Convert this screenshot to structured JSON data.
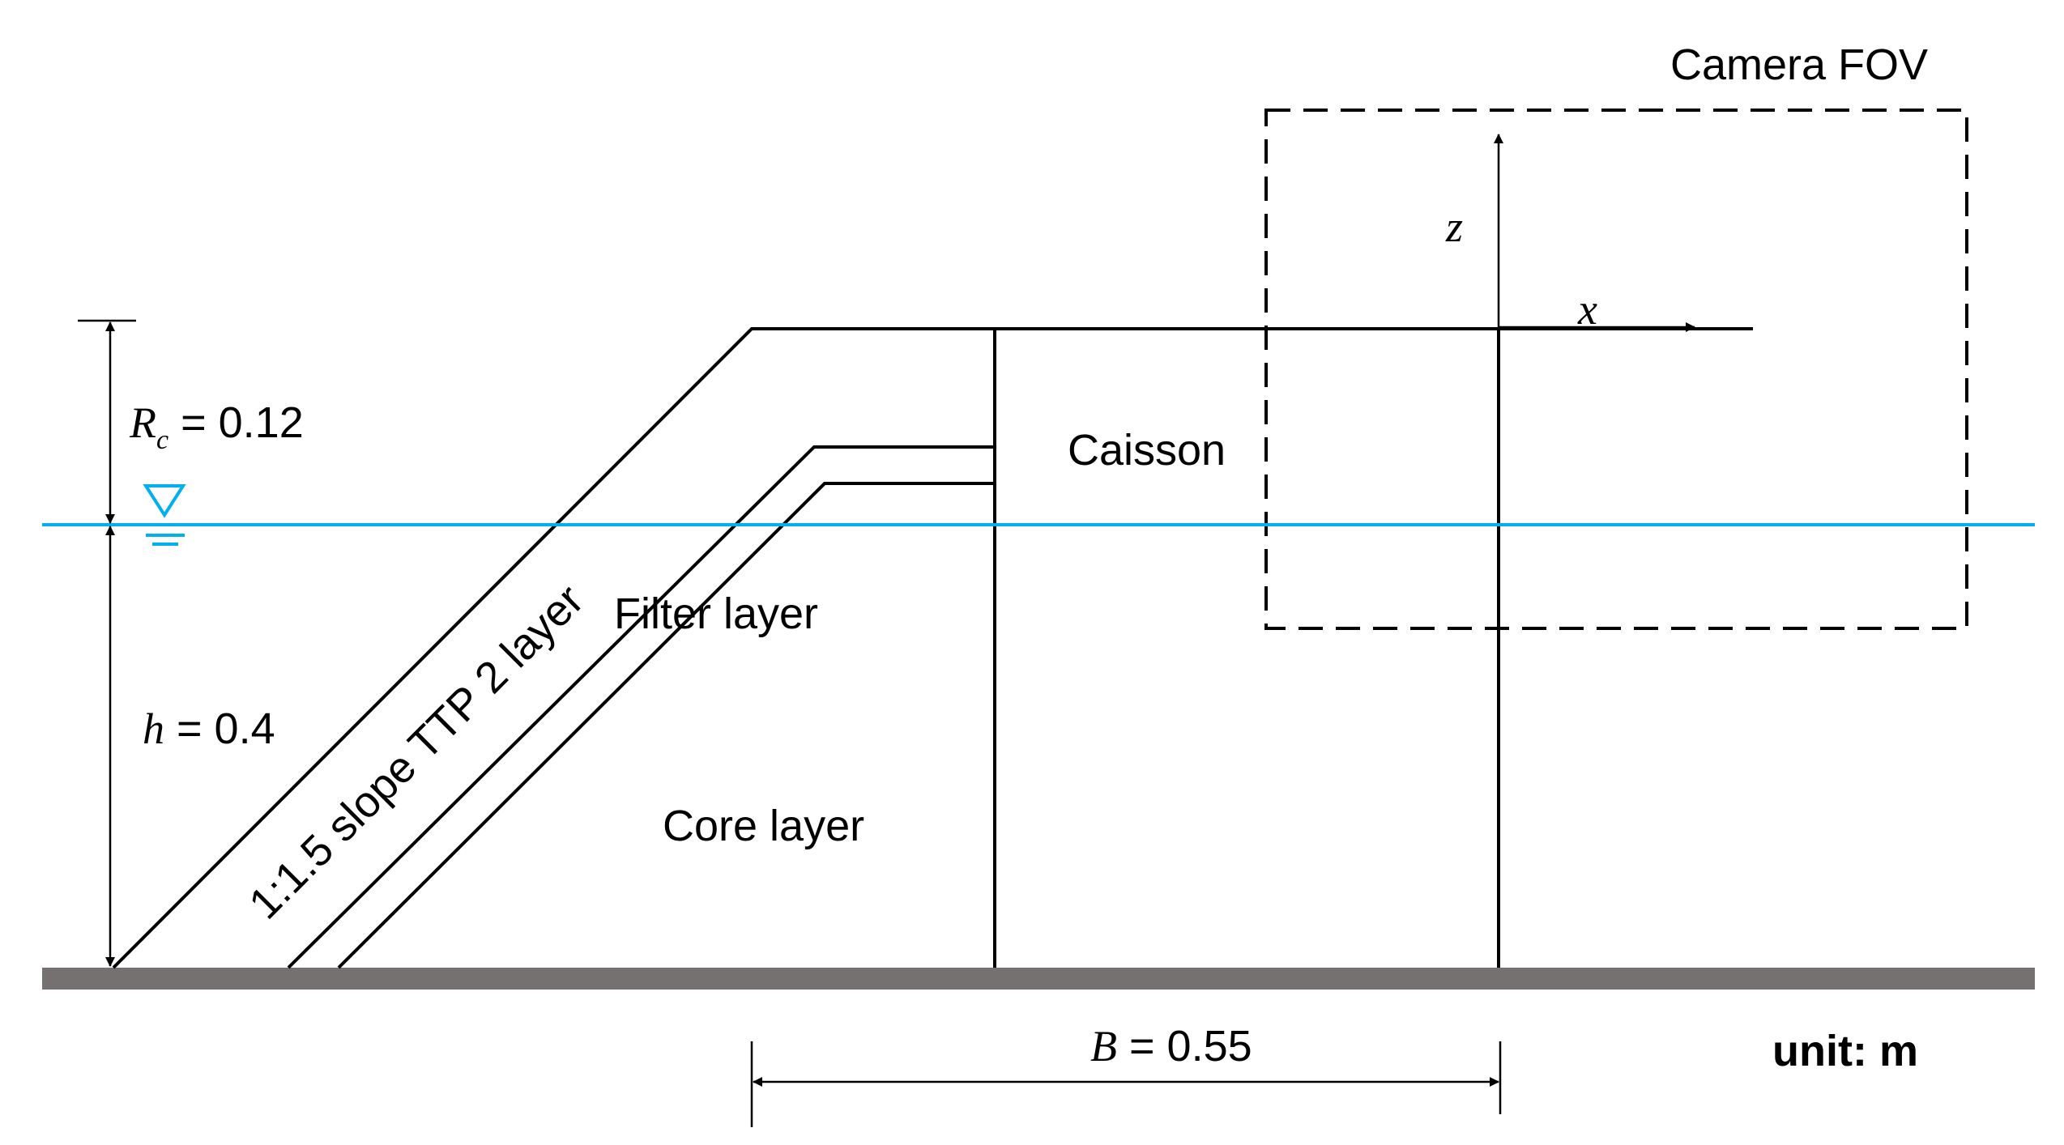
{
  "labels": {
    "camera_fov": "Camera FOV",
    "axis_z": "z",
    "axis_x": "x",
    "rc_symbol": "R",
    "rc_subscript": "c",
    "rc_value": " = 0.12",
    "caisson": "Caisson",
    "slope": "1:1.5 slope TTP 2 layer",
    "filter_layer": "Filter layer",
    "h_symbol": "h",
    "h_value": " = 0.4",
    "core_layer": "Core layer",
    "b_symbol": "B",
    "b_value": " = 0.55",
    "unit": "unit: m"
  },
  "colors": {
    "water_line": "#00B0F0",
    "seabed": "#767171",
    "structure": "#000000"
  }
}
